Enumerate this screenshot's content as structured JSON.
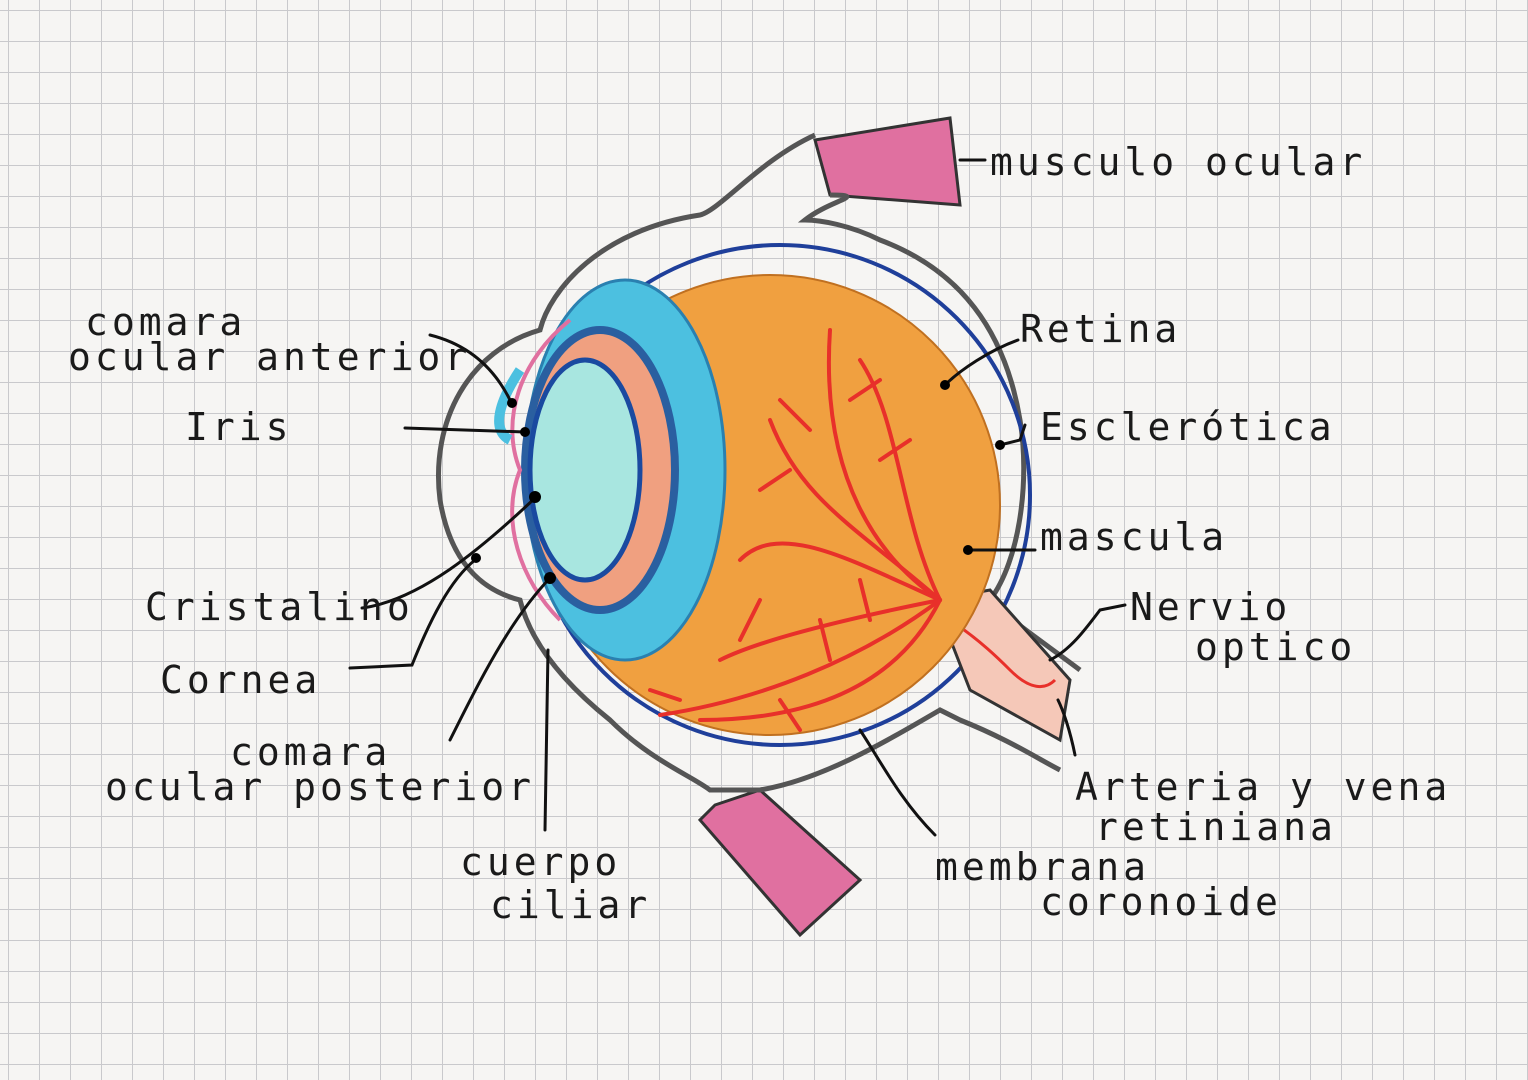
{
  "labels": {
    "musculo_ocular": "musculo ocular",
    "retina": "Retina",
    "esclerotica": "Esclerótica",
    "macula": "mascula",
    "nervio_optico_1": "Nervio",
    "nervio_optico_2": "optico",
    "arteria_1": "Arteria y vena",
    "arteria_2": "retiniana",
    "membrana_1": "membrana",
    "membrana_2": "coronoide",
    "cuerpo_1": "cuerpo",
    "cuerpo_2": "ciliar",
    "camara_post_1": "comara",
    "camara_post_2": "ocular posterior",
    "cornea": "Cornea",
    "cristalino": "Cristalino",
    "iris": "Iris",
    "camara_ant_1": "comara",
    "camara_ant_2": "ocular anterior"
  },
  "colors": {
    "vitreous": "#f0a040",
    "iris": "#4cc0e0",
    "lens": "#a8e6e0",
    "vessels": "#e8302a",
    "muscle": "#e070a0",
    "choroid_line": "#1f3f9a",
    "sclera_line": "#555555"
  }
}
